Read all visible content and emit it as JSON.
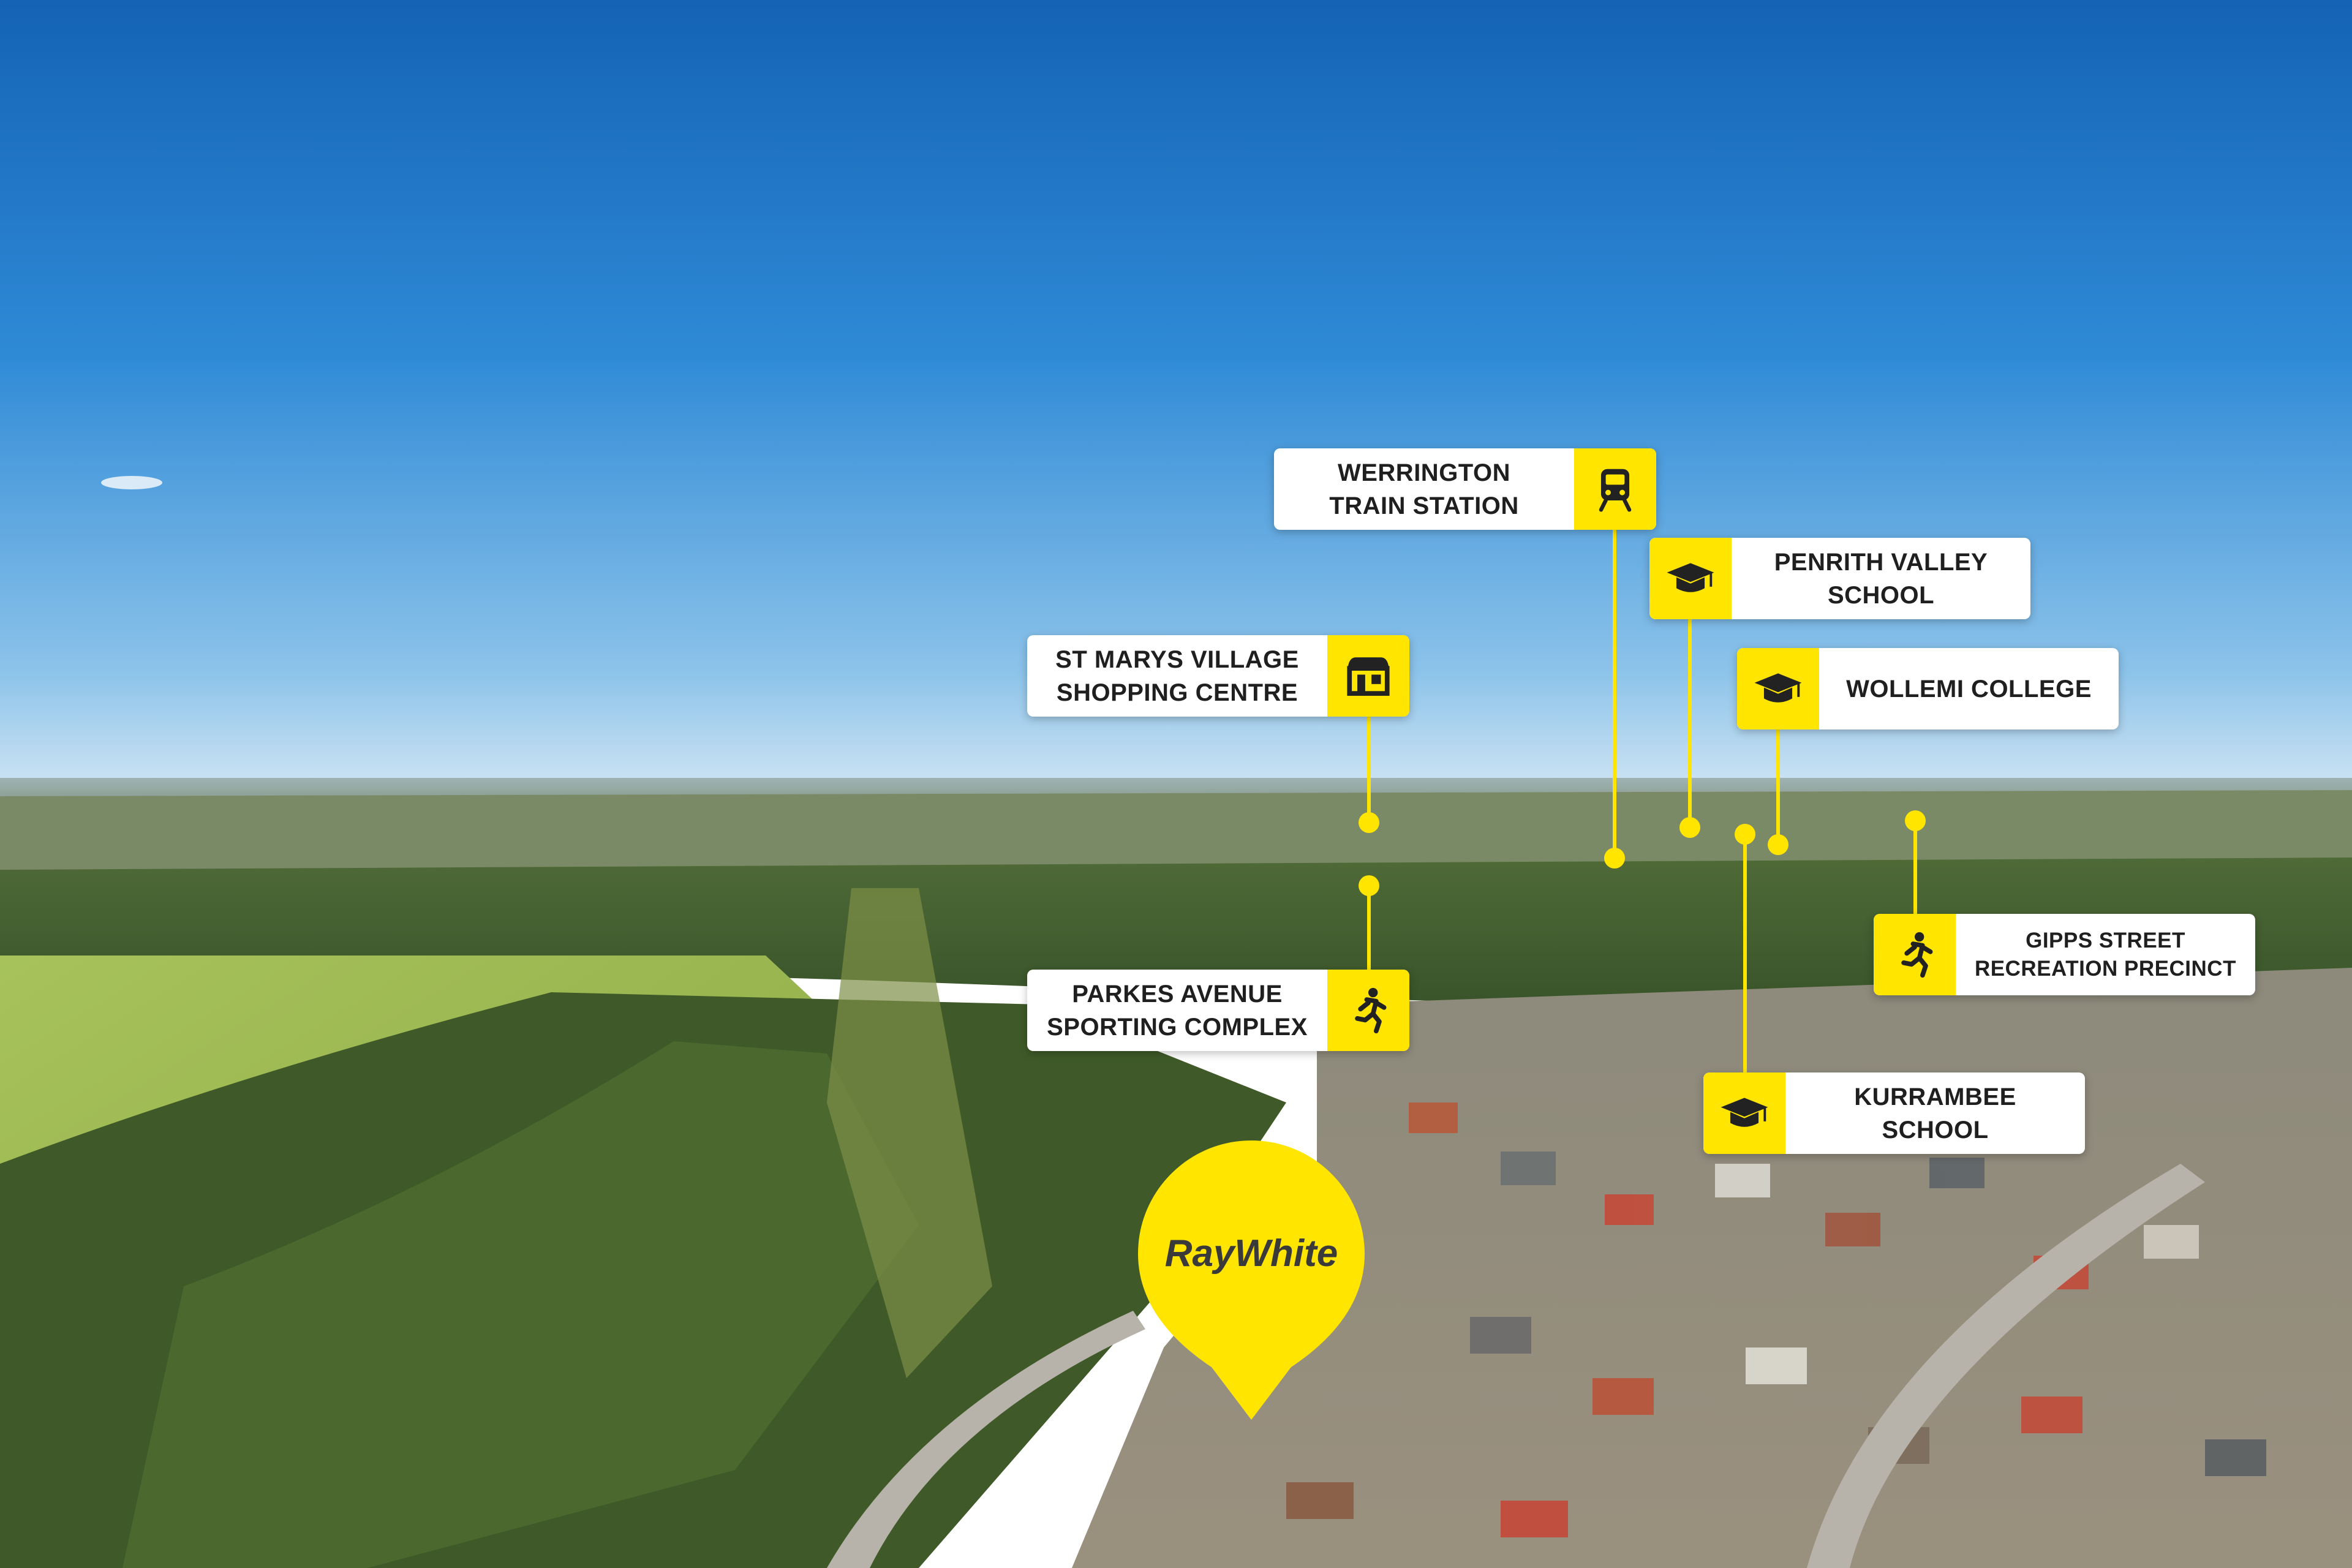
{
  "brand": {
    "name": "RayWhite",
    "color": "#FFE500"
  },
  "colors": {
    "sky_top": "#1766b8",
    "sky_horizon": "#cfe4f3",
    "accent": "#FFE500",
    "label_text": "#1f1f1f"
  },
  "callouts": [
    {
      "id": "werrington",
      "line1": "WERRINGTON",
      "line2": "TRAIN STATION",
      "icon": "train-icon"
    },
    {
      "id": "penrith",
      "line1": "PENRITH VALLEY",
      "line2": "SCHOOL",
      "icon": "graduation-cap-icon"
    },
    {
      "id": "wollemi",
      "line1": "WOLLEMI COLLEGE",
      "line2": "",
      "icon": "graduation-cap-icon"
    },
    {
      "id": "stmarys",
      "line1": "ST MARYS VILLAGE",
      "line2": "SHOPPING CENTRE",
      "icon": "shop-icon"
    },
    {
      "id": "parkes",
      "line1": "PARKES AVENUE",
      "line2": "SPORTING COMPLEX",
      "icon": "running-person-icon"
    },
    {
      "id": "gipps",
      "line1": "GIPPS STREET",
      "line2": "RECREATION PRECINCT",
      "icon": "running-person-icon"
    },
    {
      "id": "kurrambee",
      "line1": "KURRAMBEE",
      "line2": "SCHOOL",
      "icon": "graduation-cap-icon"
    }
  ]
}
